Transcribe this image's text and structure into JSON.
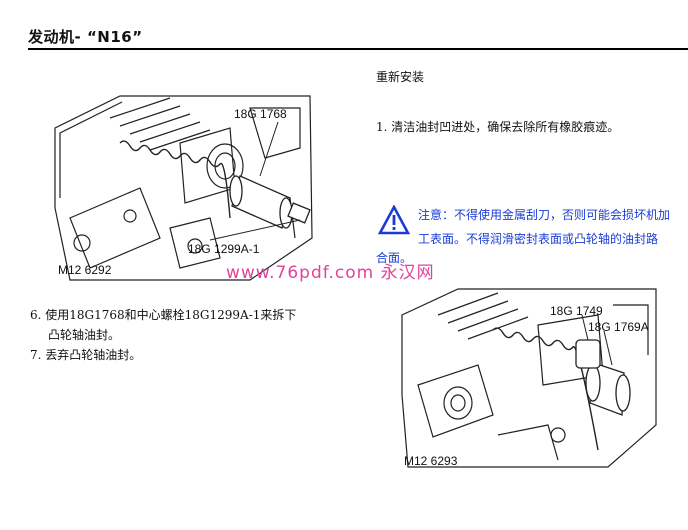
{
  "header": {
    "title": "发动机- “N16”"
  },
  "left": {
    "figure1": {
      "tool_label_a": "18G 1768",
      "tool_label_b": "18G 1299A-1",
      "fig_id": "M12 6292"
    },
    "steps": [
      {
        "line1": "6. 使用18G1768和中心螺栓18G1299A-1来拆下",
        "line2": "凸轮轴油封。"
      },
      {
        "line1": "7. 丢弃凸轮轴油封。"
      }
    ]
  },
  "right": {
    "section_title": "重新安装",
    "step1": "1. 清洁油封凹进处，确保去除所有橡胶痕迹。",
    "note": {
      "line1": "注意：不得使用金属刮刀，否则可能会损坏机加",
      "line2": "工表面。不得润滑密封表面或凸轮轴的油封路",
      "line3": "合面。"
    },
    "figure2": {
      "tool_label_a": "18G 1749",
      "tool_label_b": "18G 1769A",
      "fig_id": "M12 6293"
    }
  },
  "watermark": "www.76pdf.com 永汉网",
  "colors": {
    "note_text": "#1a3bd6",
    "watermark": "#e0449a",
    "warning_icon": "#1a3bd6"
  },
  "icons": {
    "warning": "warning-triangle-icon"
  }
}
